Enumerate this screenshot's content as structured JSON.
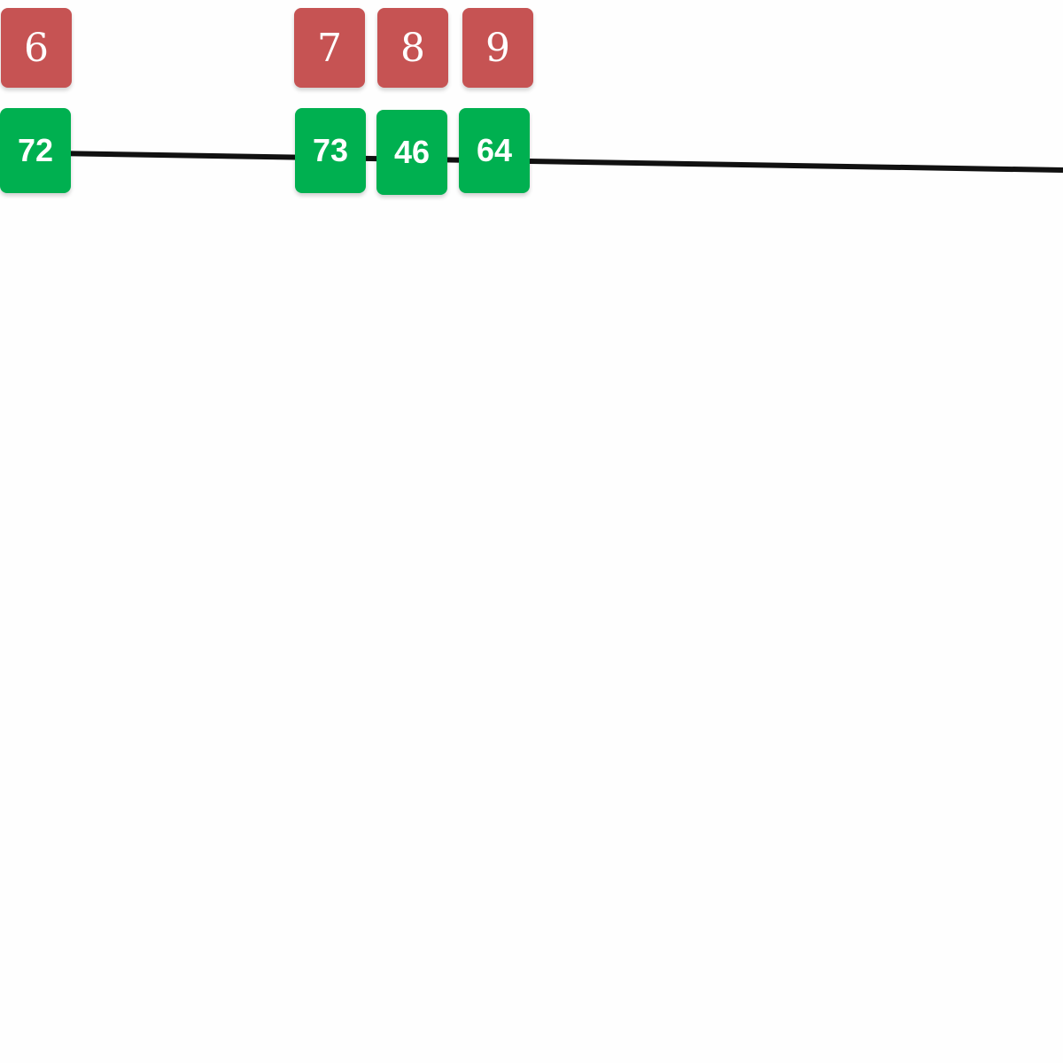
{
  "colors": {
    "background": "#fefefe",
    "index_box": "#c65353",
    "value_box": "#00b050",
    "line": "#111111"
  },
  "nodes": [
    {
      "index": "6",
      "value": "72"
    },
    {
      "index": "7",
      "value": "73"
    },
    {
      "index": "8",
      "value": "46"
    },
    {
      "index": "9",
      "value": "64"
    }
  ]
}
